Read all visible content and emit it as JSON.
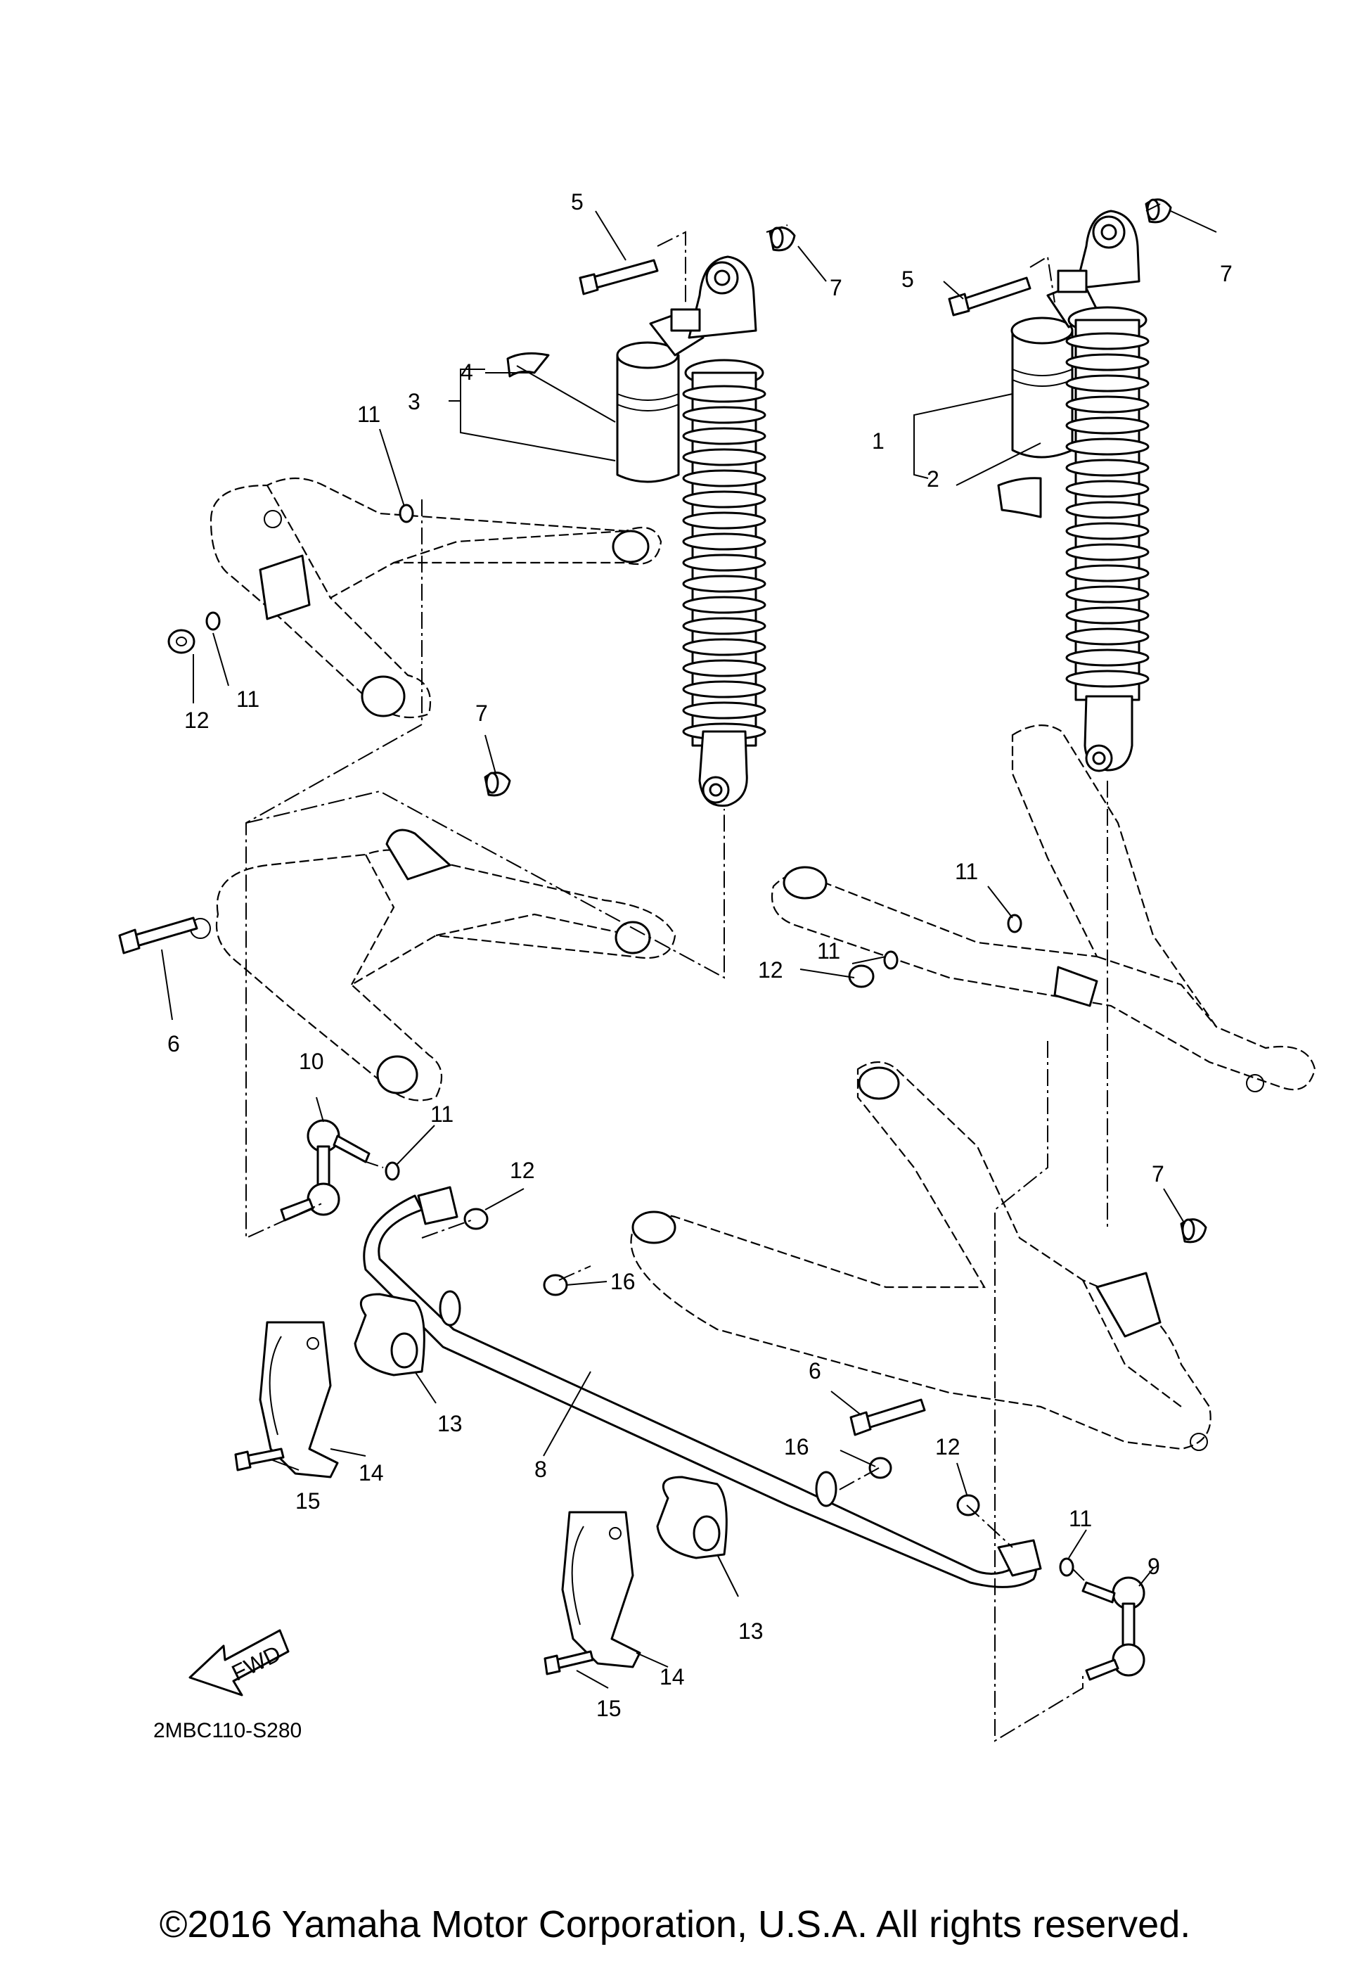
{
  "diagram": {
    "code": "2MBC110-S280",
    "fwd_label": "FWD",
    "labels": [
      {
        "id": "5a",
        "text": "5"
      },
      {
        "id": "7a",
        "text": "7"
      },
      {
        "id": "4",
        "text": "4"
      },
      {
        "id": "3",
        "text": "3"
      },
      {
        "id": "11a",
        "text": "11"
      },
      {
        "id": "12a",
        "text": "12"
      },
      {
        "id": "11b",
        "text": "11"
      },
      {
        "id": "7b",
        "text": "7"
      },
      {
        "id": "5b",
        "text": "5"
      },
      {
        "id": "1",
        "text": "1"
      },
      {
        "id": "2",
        "text": "2"
      },
      {
        "id": "7c",
        "text": "7"
      },
      {
        "id": "6a",
        "text": "6"
      },
      {
        "id": "10",
        "text": "10"
      },
      {
        "id": "11c",
        "text": "11"
      },
      {
        "id": "12b",
        "text": "12"
      },
      {
        "id": "11d",
        "text": "11"
      },
      {
        "id": "11e",
        "text": "11"
      },
      {
        "id": "12c",
        "text": "12"
      },
      {
        "id": "7d",
        "text": "7"
      },
      {
        "id": "16a",
        "text": "16"
      },
      {
        "id": "13a",
        "text": "13"
      },
      {
        "id": "14a",
        "text": "14"
      },
      {
        "id": "15a",
        "text": "15"
      },
      {
        "id": "8",
        "text": "8"
      },
      {
        "id": "6b",
        "text": "6"
      },
      {
        "id": "16b",
        "text": "16"
      },
      {
        "id": "12d",
        "text": "12"
      },
      {
        "id": "11f",
        "text": "11"
      },
      {
        "id": "9",
        "text": "9"
      },
      {
        "id": "13b",
        "text": "13"
      },
      {
        "id": "14b",
        "text": "14"
      },
      {
        "id": "15b",
        "text": "15"
      }
    ]
  },
  "footer": {
    "copyright": "©2016 Yamaha Motor Corporation, U.S.A. All rights reserved."
  }
}
